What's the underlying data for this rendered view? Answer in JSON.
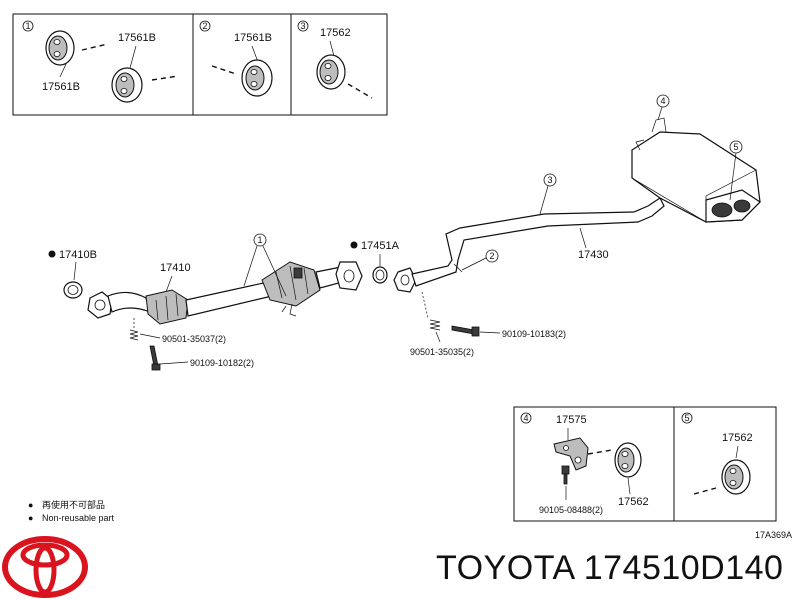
{
  "insets_top": [
    {
      "num": "1",
      "parts": [
        "17561B",
        "17561B"
      ]
    },
    {
      "num": "2",
      "parts": [
        "17561B"
      ]
    },
    {
      "num": "3",
      "parts": [
        "17562"
      ]
    }
  ],
  "main": {
    "parts": {
      "gasket_front": "17410B",
      "front_pipe": "17410",
      "gasket_center": "17451A",
      "tail_pipe": "17430",
      "spring_front": "90501-35037(2)",
      "bolt_front": "90109-10182(2)",
      "bolt_center": "90109-10183(2)",
      "spring_center": "90501-35035(2)"
    },
    "callouts": [
      "1",
      "2",
      "3",
      "4",
      "5"
    ]
  },
  "insets_bottom": [
    {
      "num": "4",
      "parts": [
        "17575",
        "90105-08488(2)",
        "17562"
      ]
    },
    {
      "num": "5",
      "parts": [
        "17562"
      ]
    }
  ],
  "legend": {
    "jp": "再使用不可部品",
    "en": "Non-reusable part",
    "bullet": "●"
  },
  "code": "17A369A",
  "brand_text": "TOYOTA 174510D140",
  "colors": {
    "ink": "#111111",
    "logo_red": "#d9141e"
  }
}
